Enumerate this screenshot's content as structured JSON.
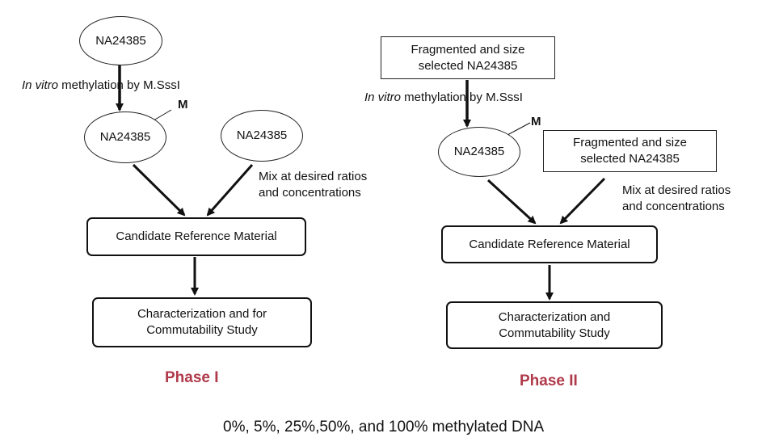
{
  "phase1": {
    "top_node": "NA24385",
    "methylation_label_italic": "In vitro",
    "methylation_label_rest": " methylation by M.SssI",
    "methyl_mark": "M",
    "methylated_node": "NA24385",
    "unmethylated_node": "NA24385",
    "mix_line1": "Mix at desired ratios",
    "mix_line2": "and concentrations",
    "candidate": "Candidate Reference Material",
    "char_line1": "Characterization and for",
    "char_line2": "Commutability Study",
    "title": "Phase I"
  },
  "phase2": {
    "top_line1": "Fragmented and size",
    "top_line2": "selected NA24385",
    "methylation_label_italic": "In vitro",
    "methylation_label_rest": " methylation by M.SssI",
    "methyl_mark": "M",
    "methylated_node": "NA24385",
    "frag_line1": "Fragmented and size",
    "frag_line2": "selected NA24385",
    "mix_line1": "Mix at desired ratios",
    "mix_line2": "and concentrations",
    "candidate": "Candidate Reference Material",
    "char_line1": "Characterization and",
    "char_line2": "Commutability Study",
    "title": "Phase II"
  },
  "footer": "0%, 5%, 25%,50%, and 100% methylated DNA"
}
